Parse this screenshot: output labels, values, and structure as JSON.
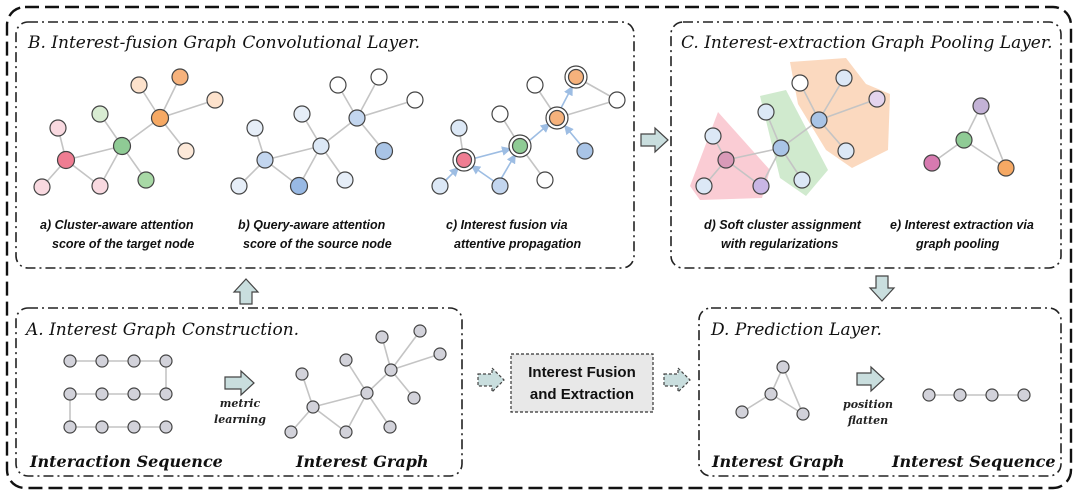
{
  "panels": {
    "b_title": "B. Interest-fusion Graph Convolutional Layer.",
    "c_title": "C. Interest-extraction Graph Pooling Layer.",
    "a_title": "A. Interest Graph Construction.",
    "d_title": "D. Prediction Layer."
  },
  "captions": {
    "a_line1": "a) Cluster-aware attention",
    "a_line2": "score of the target node",
    "b_line1": "b) Query-aware attention",
    "b_line2": "score of the source node",
    "c_line1": "c) Interest fusion via",
    "c_line2": "attentive propagation",
    "d_line1": "d) Soft cluster assignment",
    "d_line2": "with regularizations",
    "e_line1": "e) Interest extraction via",
    "e_line2": "graph pooling"
  },
  "labels": {
    "interaction_sequence": "Interaction Sequence",
    "interest_graph_a": "Interest Graph",
    "metric_1": "metric",
    "metric_2": "learning",
    "center_1": "Interest Fusion",
    "center_2": "and Extraction",
    "interest_graph_d": "Interest Graph",
    "interest_sequence": "Interest Sequence",
    "position_1": "position",
    "position_2": "flatten"
  },
  "colors": {
    "node_gray": "#d2d2da",
    "light_blue": "#dce8f6",
    "mid_blue": "#a9c4e6",
    "pink_light": "#f9d9e0",
    "pink": "#ef7d92",
    "green_light": "#d8ecd2",
    "green": "#8fcb95",
    "orange_light": "#fde2cc",
    "orange": "#f6b27c",
    "arrow_fill": "#c9dede"
  }
}
